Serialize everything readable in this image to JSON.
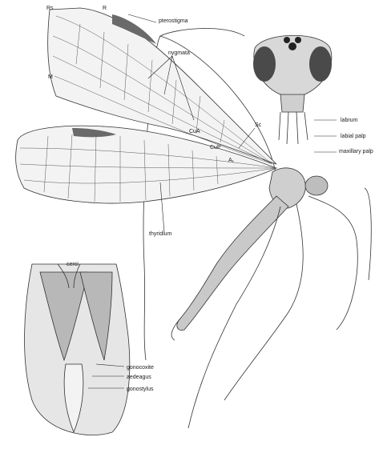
{
  "labels": {
    "rs": "Rs",
    "r": "R",
    "pterostigma": "pterostigma",
    "nygmata": "nygmata",
    "m": "M",
    "sc": "Sc",
    "cua": "CuA",
    "cup": "CuP",
    "a1": "A₁",
    "thyridium": "thyridium",
    "labrum": "labrum",
    "labial_palp": "labial palp",
    "maxillary_palp": "maxillary palp",
    "cerci": "cerci",
    "gonocoxite": "gonocoxite",
    "aedeagus": "aedeagus",
    "gonostylus": "gonostylus"
  },
  "colors": {
    "background": "#ffffff",
    "line": "#333333",
    "wing_fill": "#f3f3f3",
    "pterostigma": "#6a6a6a",
    "body_shade": "#c9c9c9",
    "eye": "#4a4a4a"
  }
}
